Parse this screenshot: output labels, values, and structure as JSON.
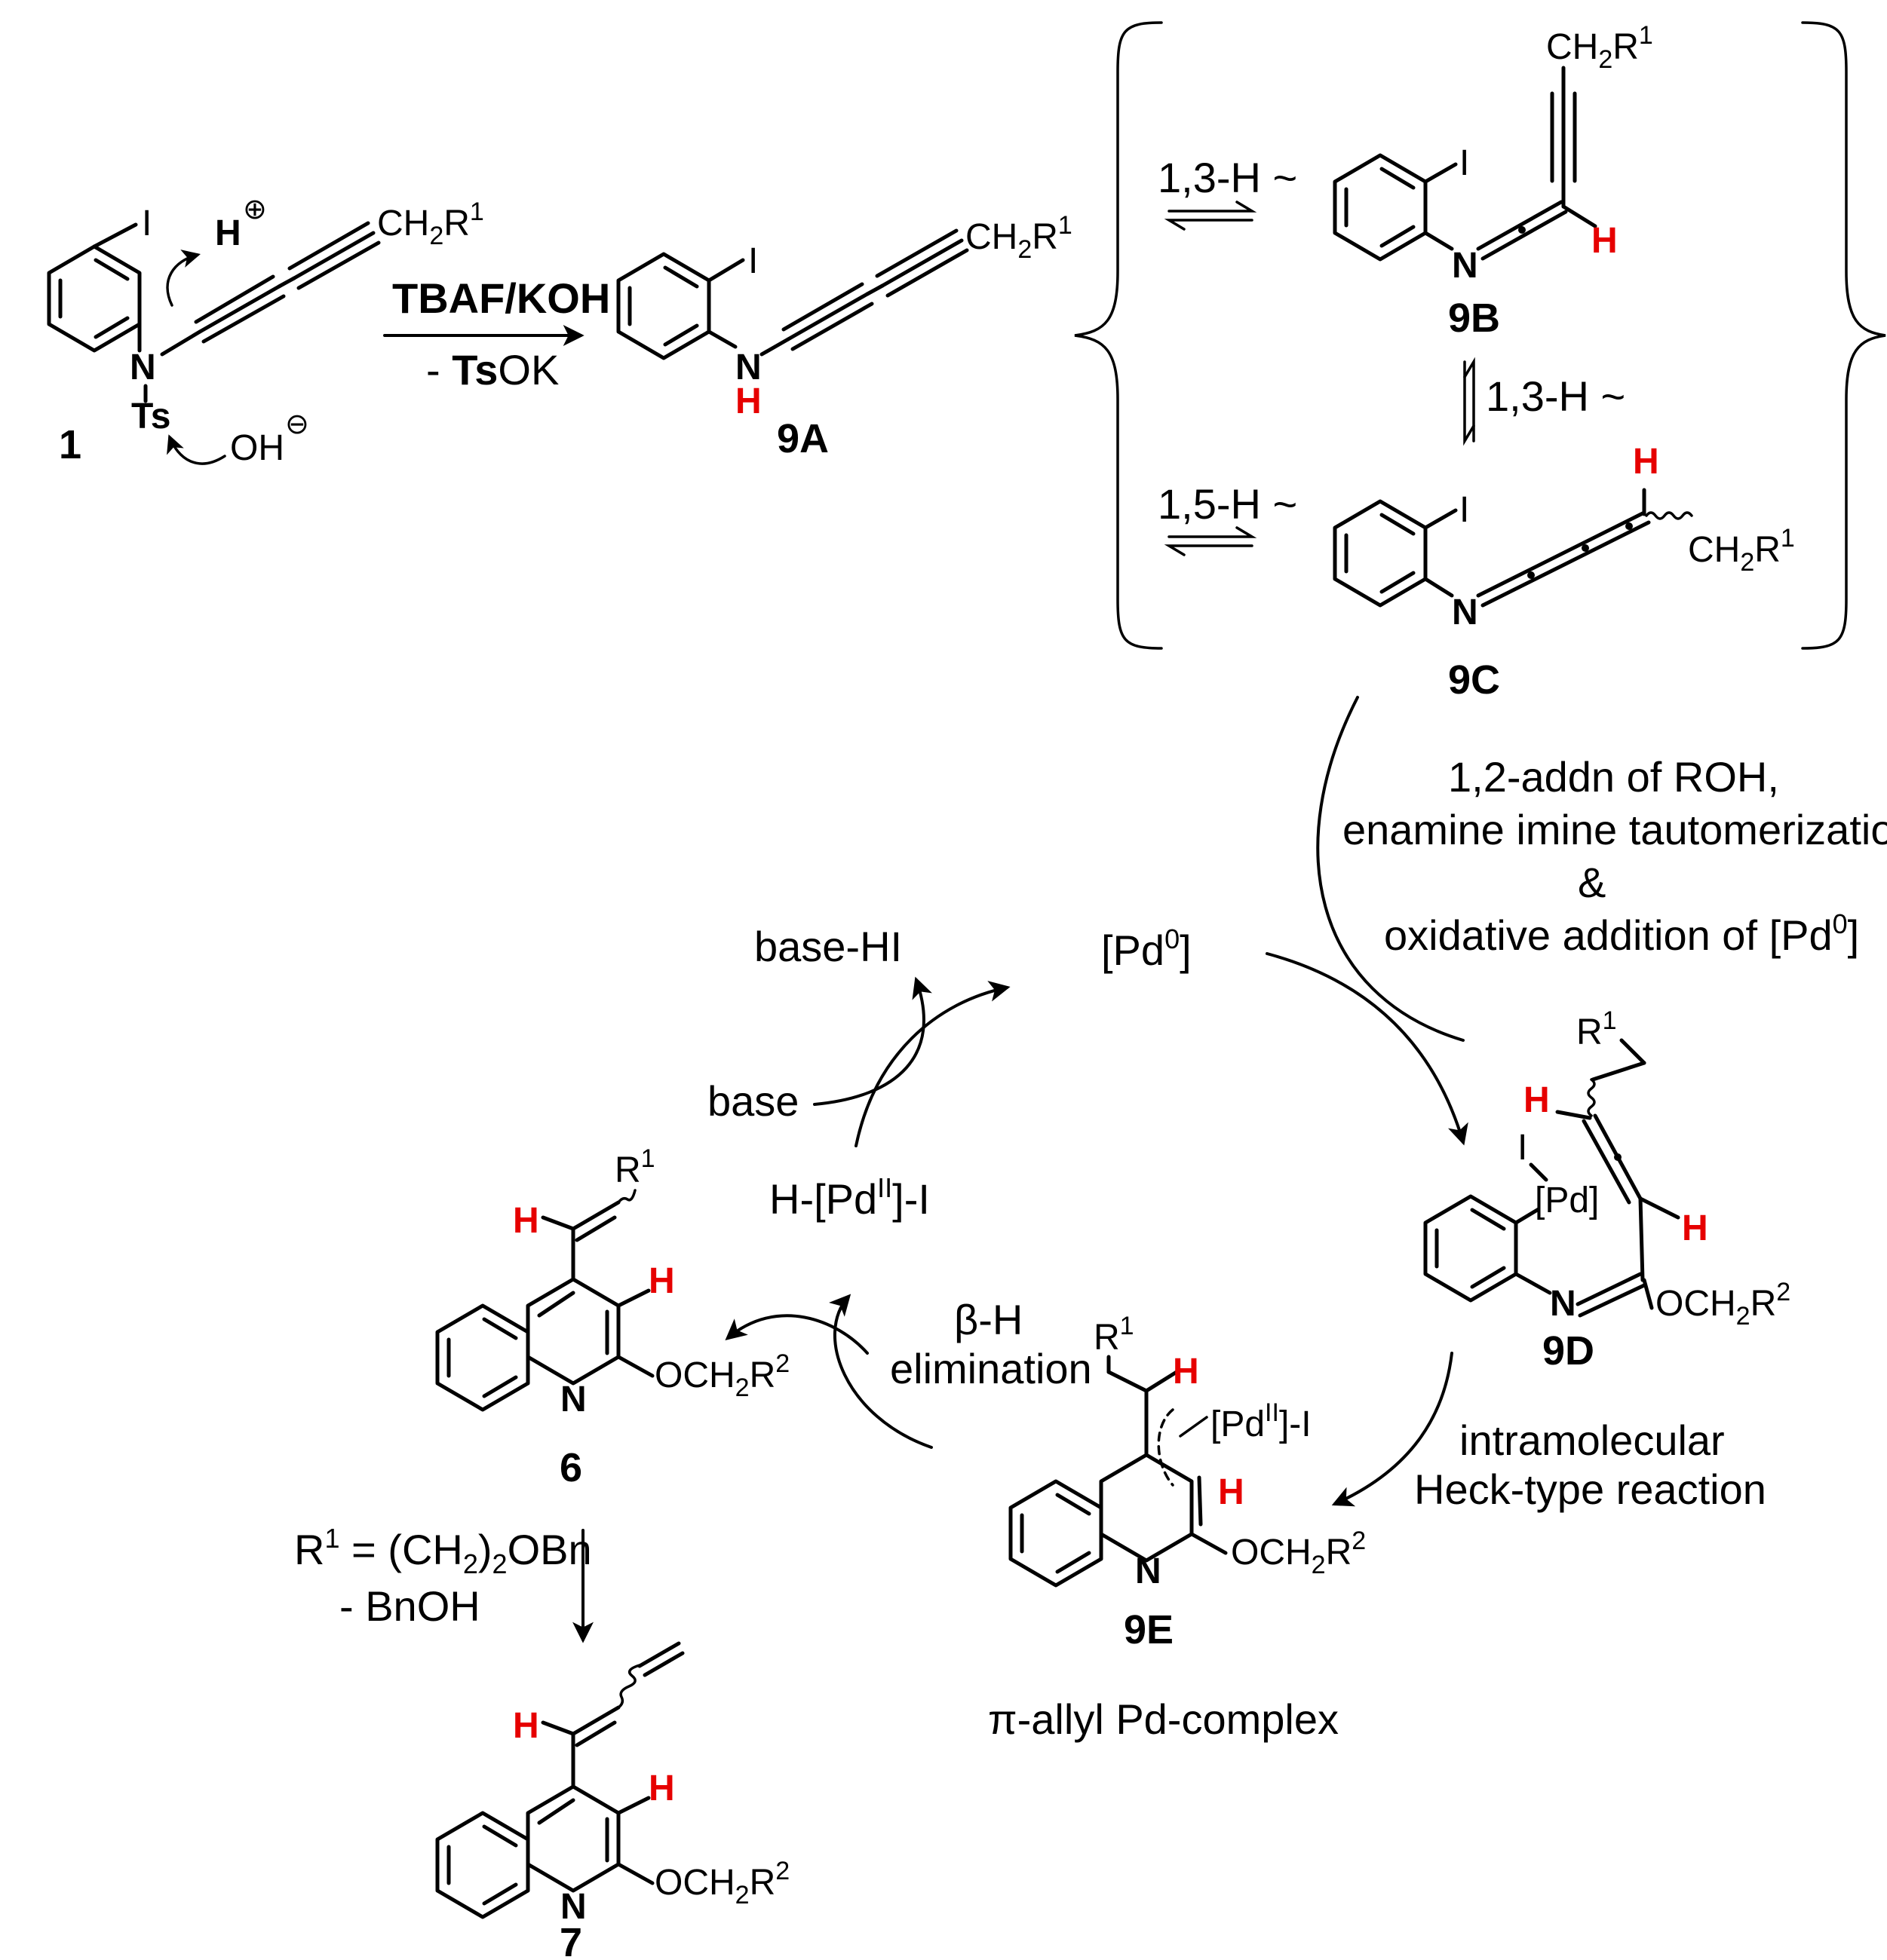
{
  "labels": {
    "c1": "1",
    "c9A": "9A",
    "c9B": "9B",
    "c9C": "9C",
    "c9D": "9D",
    "c9E": "9E",
    "c6": "6",
    "c7": "7"
  },
  "atoms": {
    "I": "I",
    "N": "N",
    "H": "H",
    "Ts": "Ts",
    "OH": "OH",
    "R": "R",
    "CH": "CH",
    "OCH": "OCH",
    "sub2": "2",
    "sup1": "1",
    "sup2": "2",
    "plus": "⊕",
    "minus": "⊖",
    "pd": "[Pd]"
  },
  "reagents": {
    "tbaf": "TBAF/KOH",
    "minus_ts": "- ",
    "ts": "Ts",
    "ok": "OK"
  },
  "arrows": {
    "h13_1": "1,3-H ~",
    "h13_2": "1,3-H ~",
    "h15": "1,5-H ~",
    "addn_1": "1,2-addn of ROH,",
    "addn_2": "enamine imine tautomerization",
    "addn_3": "&",
    "addn_4": "oxidative addition of [Pd",
    "addn_4_sup": "0",
    "addn_4_end": "]",
    "heck_1": "intramolecular",
    "heck_2": "Heck-type reaction",
    "beta_1": "β-H",
    "beta_2": "elimination",
    "pi_allyl": "π-allyl Pd-complex",
    "r1_eq": "R",
    "r1_eq_sup": "1",
    "r1_eq_rest": " = (CH",
    "r1_eq_sub": "2",
    "r1_eq_end": ")",
    "r1_eq_sub2": "2",
    "r1_eq_obn": "OBn",
    "bnoh": "- BnOH"
  },
  "cycle": {
    "pd0": "[Pd",
    "pd0_sup": "0",
    "pd0_end": "]",
    "base_hi": "base-HI",
    "base": "base",
    "hpd_1": "H-[Pd",
    "hpd_sup": "II",
    "hpd_2": "]-I",
    "pdii_1": "[Pd",
    "pdii_sup": "II",
    "pdii_2": "]-I"
  },
  "colors": {
    "highlight_h": "#e60000",
    "ink": "#000000"
  }
}
